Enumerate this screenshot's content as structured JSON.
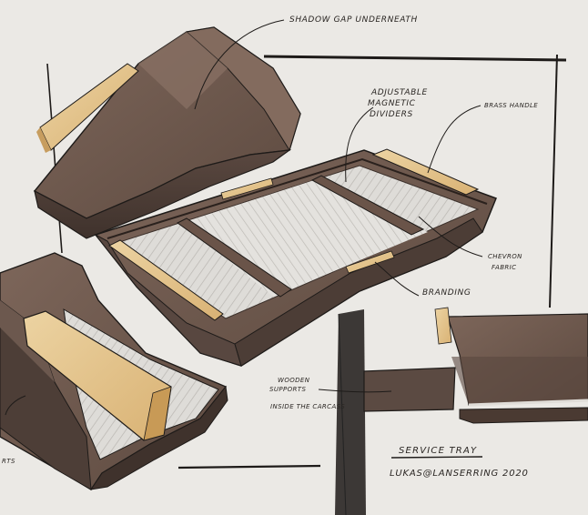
{
  "annotations": {
    "shadow_gap": "Shadow gap underneath",
    "dividers_line1": "Adjustable",
    "dividers_line2": "magnetic",
    "dividers_line3": "dividers",
    "brass_handle": "Brass handle",
    "chevron_line1": "Chevron",
    "chevron_line2": "fabric",
    "branding": "Branding",
    "supports_line1": "Wooden",
    "supports_line2": "supports",
    "supports_line3": "inside the carcass",
    "partial_left": "rts"
  },
  "title_block": {
    "title": "Service tray",
    "signature": "Lukas@lanserring 2020"
  },
  "colors": {
    "background": "#ebe9e5",
    "walnut": "#6b5449",
    "walnut_dark": "#4a3a32",
    "oak": "#e2c08a",
    "fabric": "#dcdad6",
    "ink": "#1e1b19"
  }
}
